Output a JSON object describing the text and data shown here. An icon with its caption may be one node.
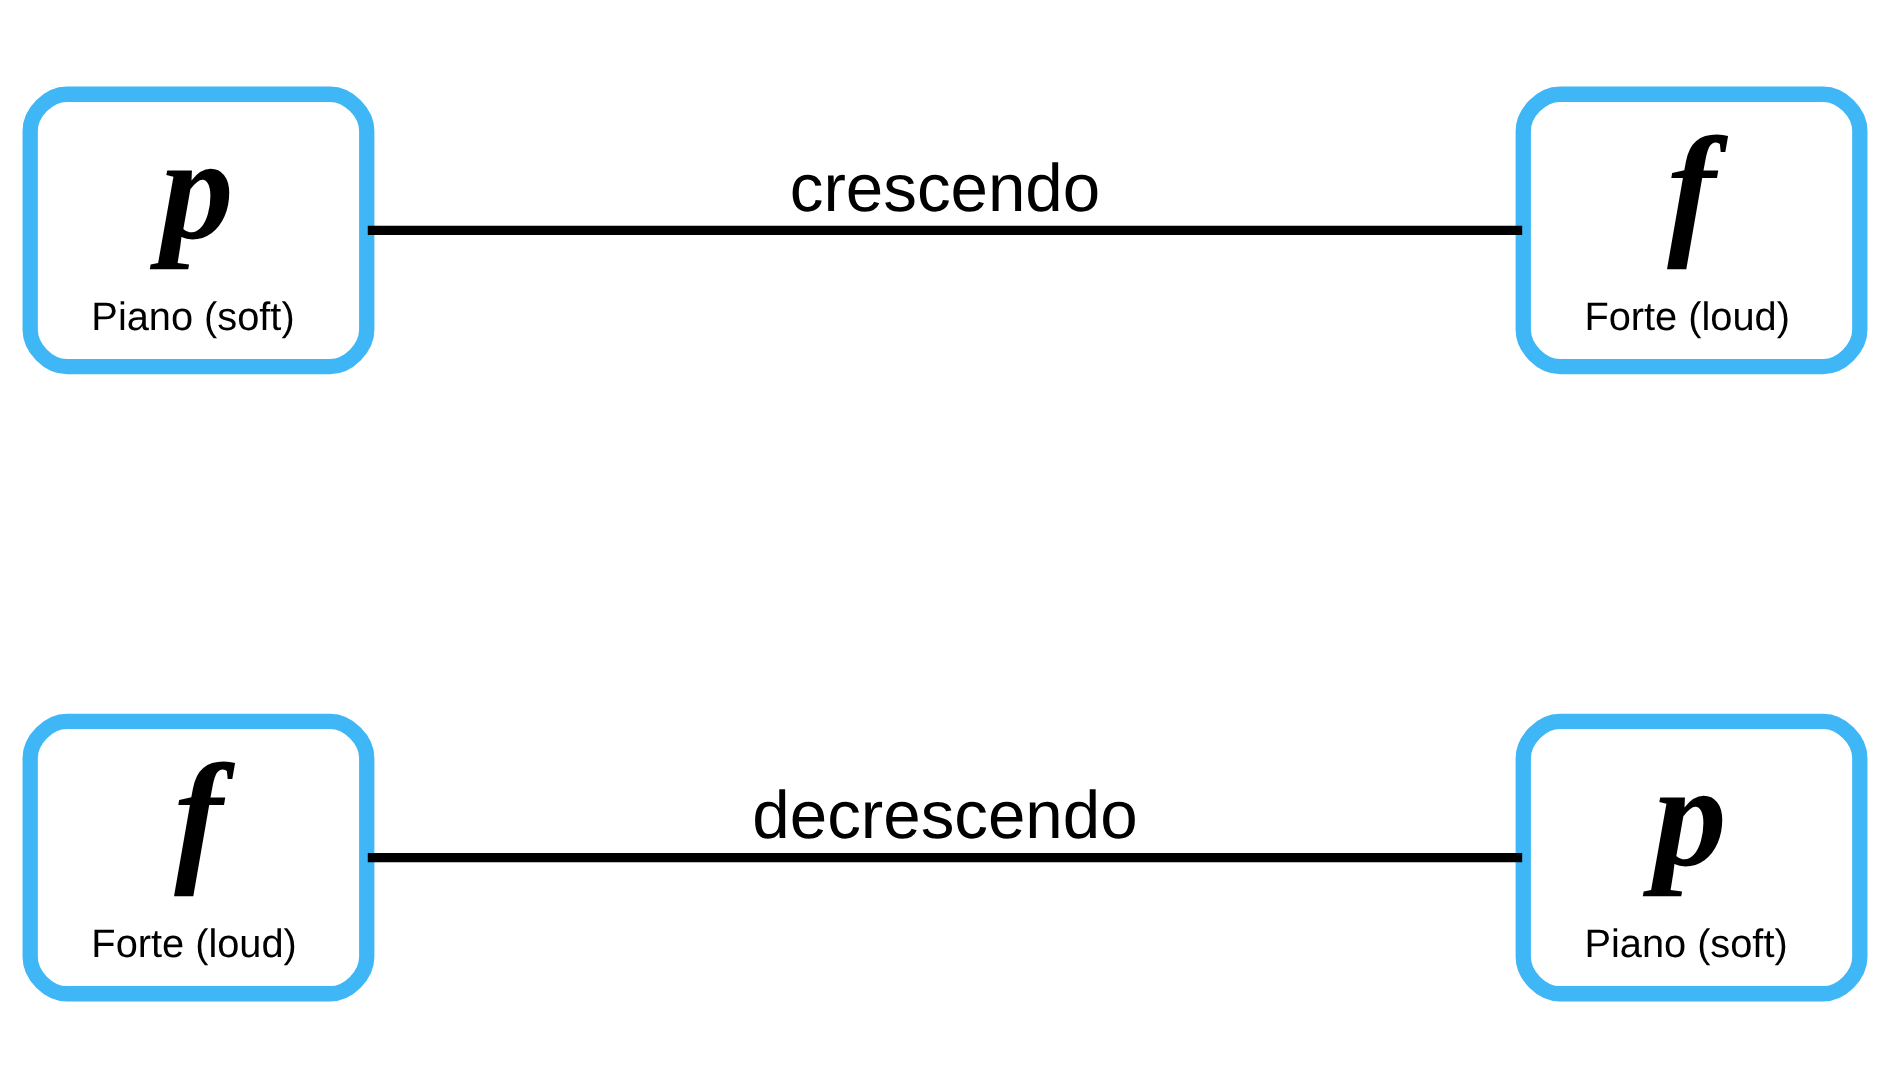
{
  "diagram": {
    "nodes": [
      {
        "text": [
          "p",
          "Piano (soft)"
        ]
      },
      {
        "text": [
          "f",
          "Forte (loud)"
        ]
      },
      {
        "text": [
          "f",
          "Forte (loud)"
        ]
      },
      {
        "text": [
          "p",
          "Piano (soft)"
        ]
      }
    ],
    "edges": [
      {
        "from": 0,
        "to": 1,
        "arrow": "none",
        "label": "crescendo"
      },
      {
        "from": 2,
        "to": 3,
        "arrow": "none",
        "label": "decrescendo"
      }
    ]
  }
}
